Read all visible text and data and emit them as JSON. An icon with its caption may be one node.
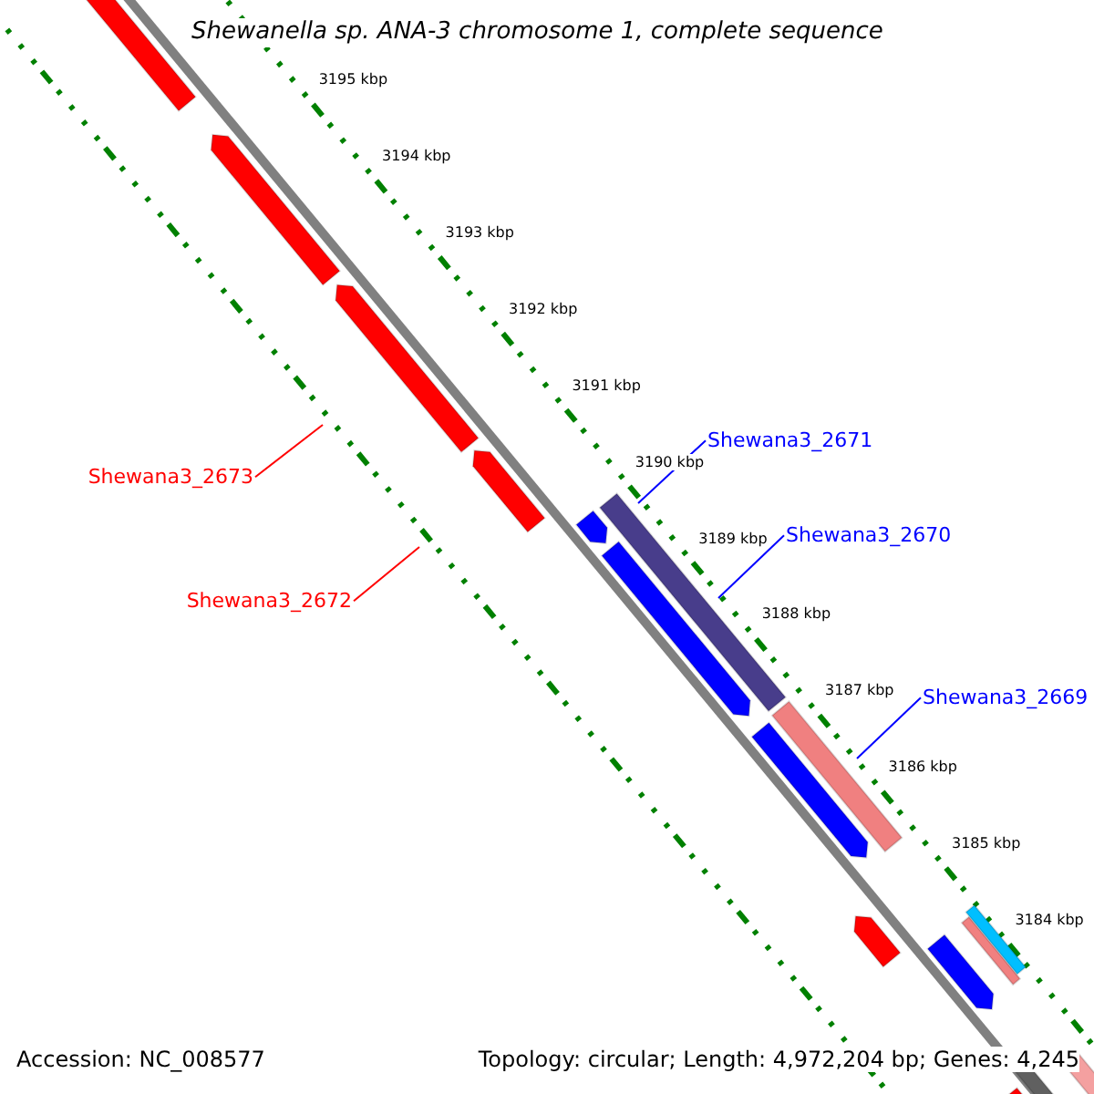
{
  "diagram": {
    "title": "Shewanella sp. ANA-3 chromosome 1, complete sequence",
    "nodes": [
      {
        "text": [
          "Shewana3_2671"
        ]
      },
      {
        "text": [
          "Shewana3_2673"
        ]
      },
      {
        "text": [
          "Shewana3_2670"
        ]
      },
      {
        "text": [
          "Shewana3_2672"
        ]
      },
      {
        "text": [
          "Shewana3_2669"
        ]
      }
    ],
    "edges": [
      {
        "from": 0,
        "to": null,
        "arrow": "none"
      },
      {
        "from": 1,
        "to": null,
        "arrow": "none",
        "color": "#ff0000"
      },
      {
        "from": 2,
        "to": null,
        "arrow": "none"
      },
      {
        "from": 3,
        "to": null,
        "arrow": "none",
        "color": "#ff0000"
      },
      {
        "from": 4,
        "to": null,
        "arrow": "none"
      }
    ],
    "labels": [
      "3195 kbp",
      "3194 kbp",
      "3193 kbp",
      "3192 kbp",
      "3191 kbp",
      "3190 kbp",
      "3189 kbp",
      "3188 kbp",
      "3187 kbp",
      "3186 kbp",
      "3185 kbp",
      "3184 kbp",
      "Accession: NC_008577",
      "Topology: circular; Length: 4,972,204 bp; Genes: 4,245"
    ]
  }
}
